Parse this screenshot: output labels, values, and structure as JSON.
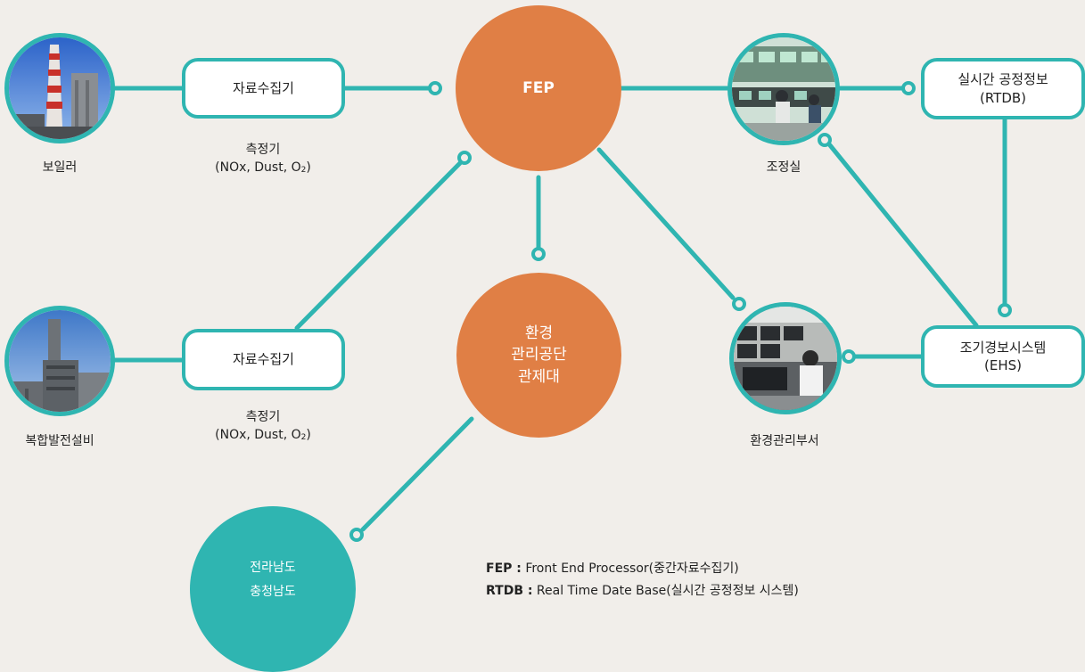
{
  "colors": {
    "teal": "#2fb5b1",
    "orange": "#e07f45",
    "background": "#f1eeea"
  },
  "hubs": {
    "fep": "FEP",
    "agency": [
      "환경",
      "관리공단",
      "관제대"
    ],
    "region": [
      "전라남도",
      "충청남도"
    ]
  },
  "boxes": {
    "collector_top": "자료수집기",
    "collector_bottom": "자료수집기",
    "rtdb": [
      "실시간 공정정보",
      "(RTDB)"
    ],
    "ehs": [
      "조기경보시스템",
      "(EHS)"
    ]
  },
  "captions": {
    "boiler": "보일러",
    "combined_plant": "복합발전설비",
    "control_room": "조정실",
    "env_department": "환경관리부서",
    "meter_top": [
      "측정기",
      "(NOx, Dust, O",
      "2",
      ")"
    ],
    "meter_bottom": [
      "측정기",
      "(NOx, Dust, O",
      "2",
      ")"
    ]
  },
  "photos": {
    "boiler": "boiler-chimney-photo",
    "combined_plant": "power-plant-photo",
    "control_room": "control-room-photo",
    "env_department": "monitoring-office-photo"
  },
  "legend": [
    {
      "term": "FEP :",
      "desc": "Front End Processor(중간자료수집기)"
    },
    {
      "term": "RTDB :",
      "desc": "Real Time Date Base(실시간 공정정보 시스템)"
    }
  ]
}
